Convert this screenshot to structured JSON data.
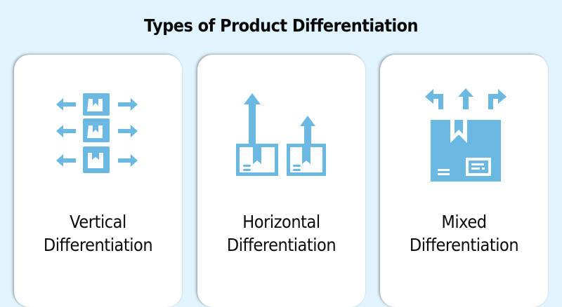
{
  "title": "Types of Product Differentiation",
  "colors": {
    "background": "#e1f3fd",
    "card": "#ffffff",
    "icon": "#6bb8e2",
    "text": "#0a0a0a"
  },
  "cards": [
    {
      "label_line1": "Vertical",
      "label_line2": "Differentiation",
      "icon": "stacked-boxes-with-left-right-arrows-icon"
    },
    {
      "label_line1": "Horizontal",
      "label_line2": "Differentiation",
      "icon": "two-boxes-with-up-arrows-icon"
    },
    {
      "label_line1": "Mixed",
      "label_line2": "Differentiation",
      "icon": "box-with-three-direction-arrows-icon"
    }
  ]
}
